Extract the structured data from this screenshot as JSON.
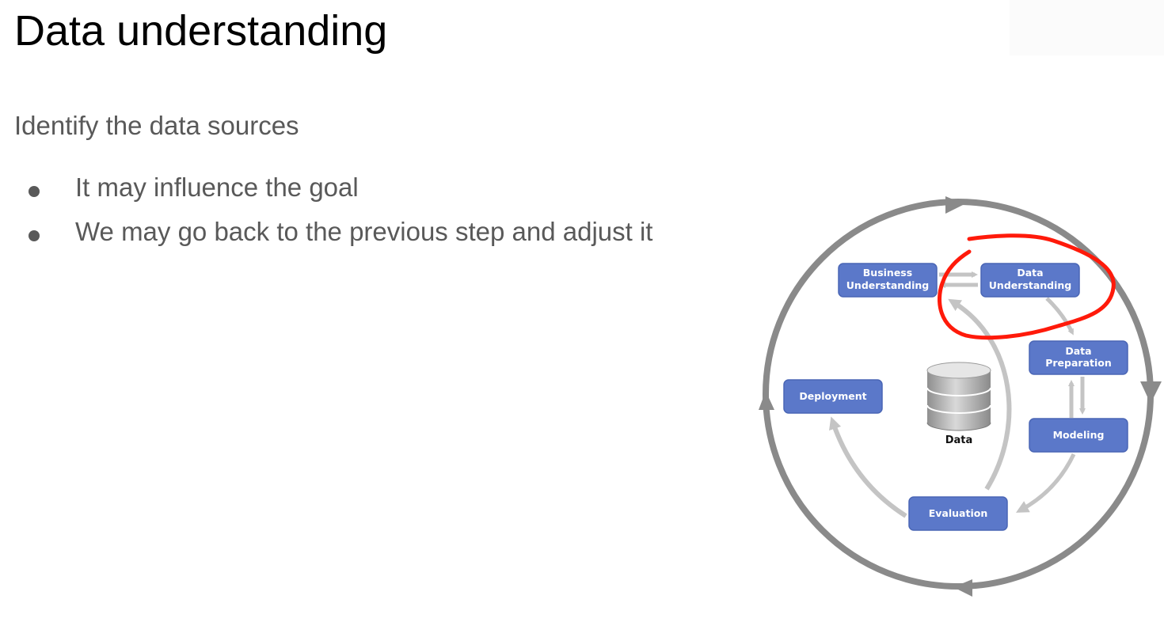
{
  "slide": {
    "title": "Data understanding",
    "subtitle": "Identify the data sources",
    "bullets": [
      "It may influence the goal",
      "We may go back to the previous step and adjust it"
    ]
  },
  "diagram": {
    "phases": {
      "business": [
        "Business",
        "Understanding"
      ],
      "data_understanding": [
        "Data",
        "Understanding"
      ],
      "data_preparation": [
        "Data",
        "Preparation"
      ],
      "modeling": "Modeling",
      "evaluation": "Evaluation",
      "deployment": "Deployment"
    },
    "center_label": "Data",
    "colors": {
      "box": "#5b78c9",
      "box_border": "#4a66b5",
      "outer_cycle": "#8a8a8a",
      "inner_arrow": "#c4c4c4",
      "annotation": "#ff1a0a",
      "text_main": "#000000",
      "text_body": "#595959"
    }
  }
}
